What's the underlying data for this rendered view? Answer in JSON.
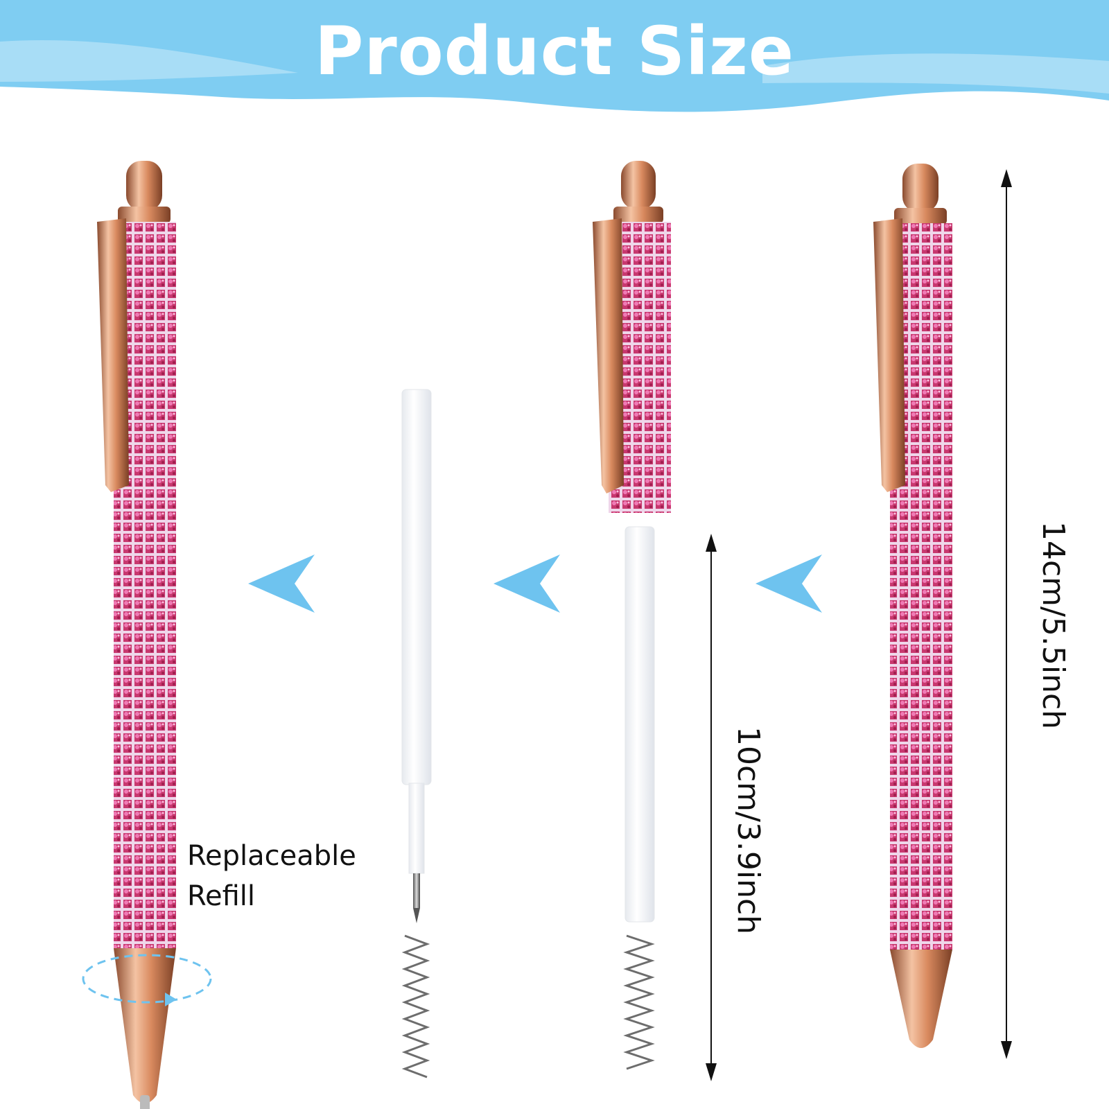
{
  "title": "Product Size",
  "refill_label": {
    "line1": "Replaceable",
    "line2": "Refill"
  },
  "dimensions": {
    "full_pen": "14cm/5.5inch",
    "refill": "10cm/3.9inch"
  },
  "colors": {
    "banner": "#7fcdf2",
    "arrow": "#6ec3ef",
    "rose_gold": "#d9906a",
    "glitter_base": "#c63b6e",
    "glitter_light": "#f2a6d6",
    "refill": "#ffffff"
  },
  "icons": [
    "arrow-left-icon",
    "arrow-left-icon",
    "arrow-left-icon",
    "rotate-dashed-icon"
  ]
}
